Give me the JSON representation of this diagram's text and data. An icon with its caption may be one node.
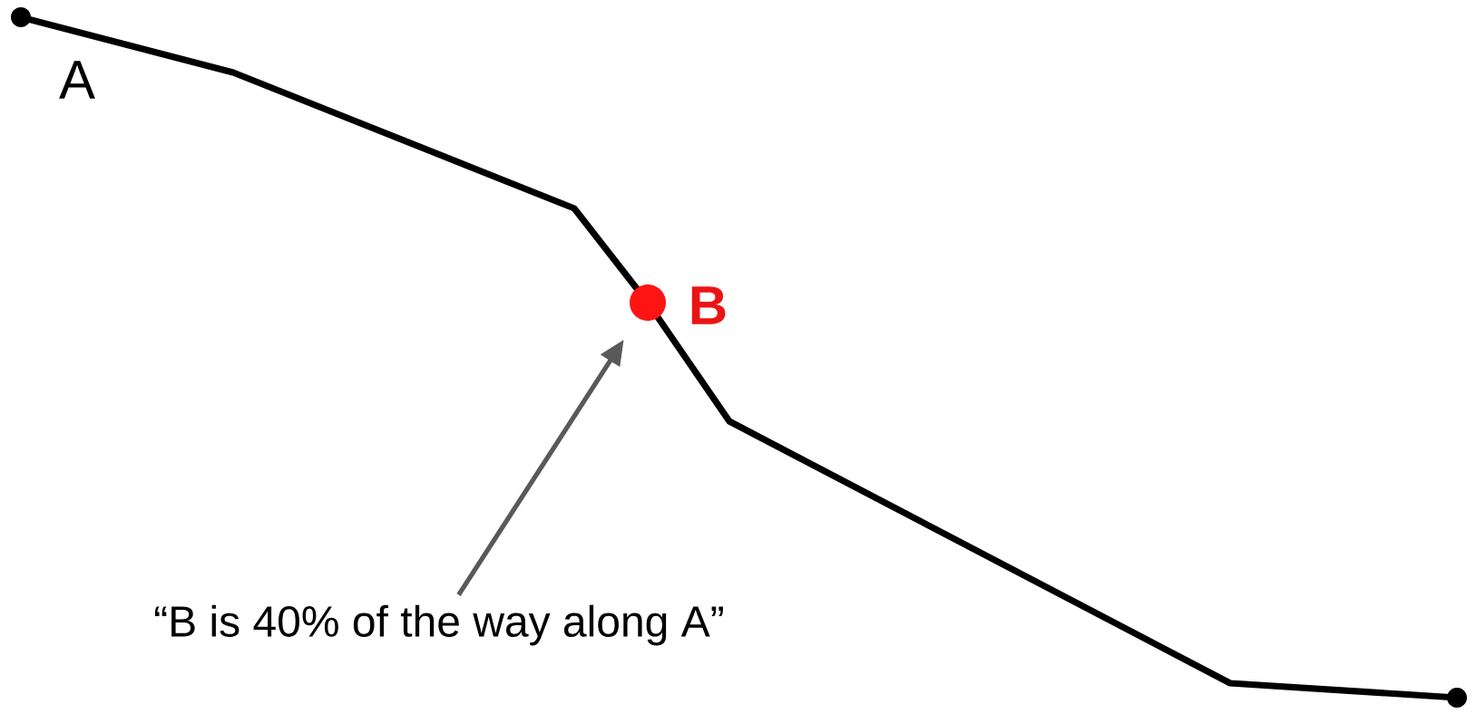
{
  "diagram": {
    "nodes": [
      {
        "text": [
          "“B is 40% of the way along A”"
        ]
      },
      {
        "text": [],
        "shape": "circle",
        "beside": [
          "B"
        ]
      }
    ],
    "edges": [
      {
        "from": 0,
        "to": 1,
        "arrow": "to"
      }
    ],
    "labels": [
      "A"
    ]
  }
}
